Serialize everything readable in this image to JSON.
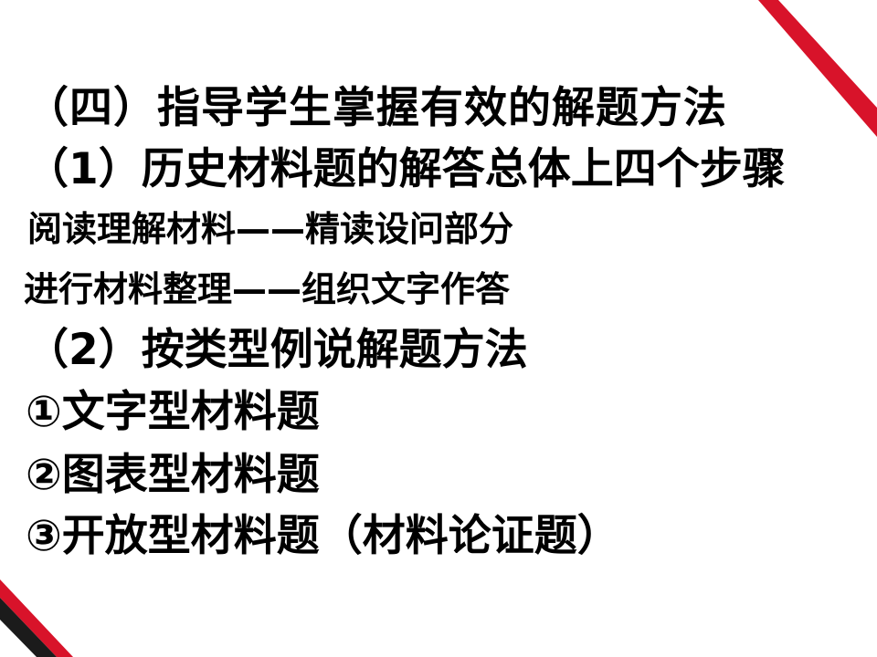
{
  "colors": {
    "accent_red": "#d8132a",
    "accent_dark": "#1b1b1b",
    "text": "#000000",
    "background": "#ffffff"
  },
  "content": {
    "lines": [
      "（四）指导学生掌握有效的解题方法",
      "（1）历史材料题的解答总体上四个步骤",
      "阅读理解材料——精读设问部分",
      "进行材料整理——组织文字作答",
      "（2）按类型例说解题方法",
      "①文字型材料题",
      "②图表型材料题",
      "③开放型材料题（材料论证题）"
    ]
  }
}
